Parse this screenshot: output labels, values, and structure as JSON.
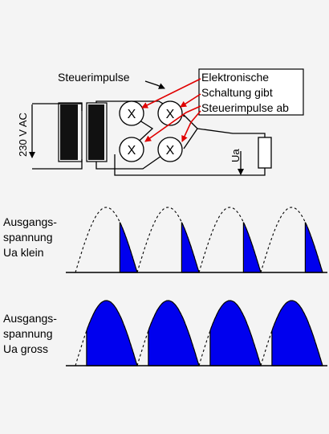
{
  "circuit": {
    "supply_label": "230 V AC",
    "steuerimpulse_label": "Steuerimpulse",
    "callout_lines": [
      "Elektronische",
      "Schaltung gibt",
      "Steuerimpulse ab"
    ],
    "thyristor_symbol": "X",
    "load_label": "Ua",
    "arrow_color": "#e00000"
  },
  "waveforms": [
    {
      "label_lines": [
        "Ausgangs-",
        "spannung",
        "Ua klein"
      ],
      "conduction": "small"
    },
    {
      "label_lines": [
        "Ausgangs-",
        "spannung",
        "Ua gross"
      ],
      "conduction": "large"
    }
  ],
  "colors": {
    "fill": "#0000ee",
    "stroke": "#000000",
    "background": "#f4f4f4"
  }
}
